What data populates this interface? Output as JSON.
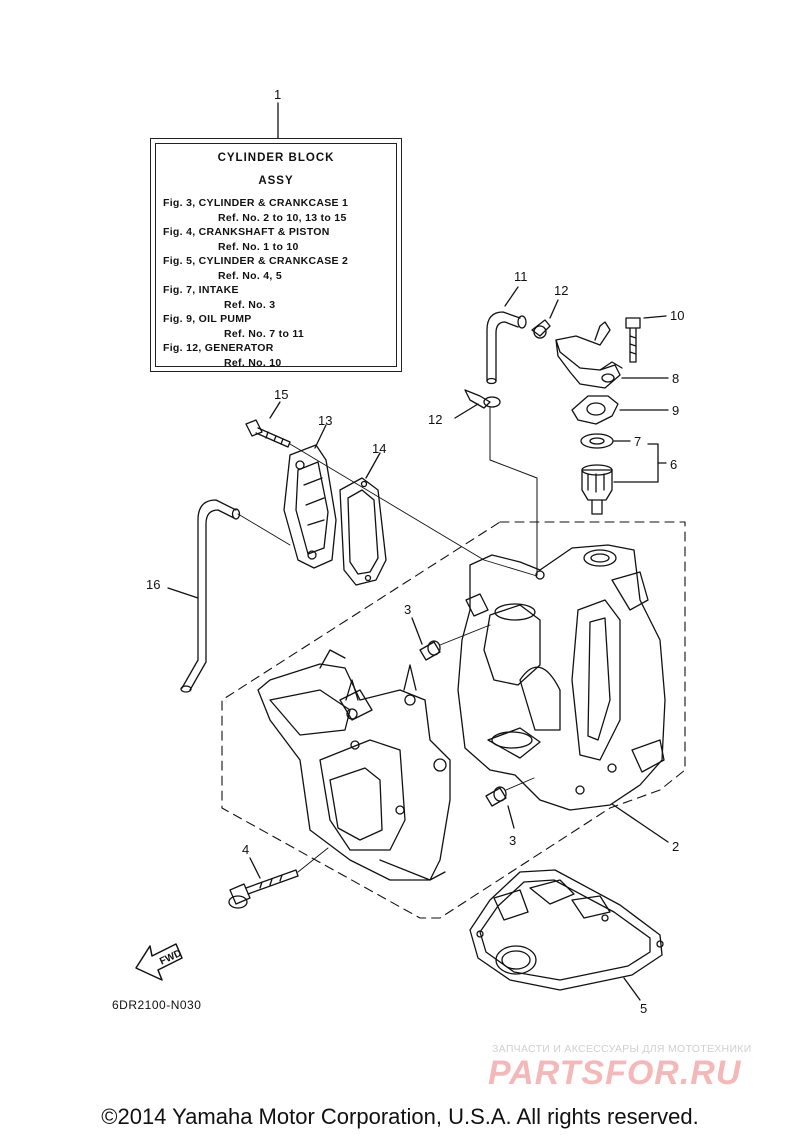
{
  "assy": {
    "ref": "1",
    "title_1": "CYLINDER BLOCK",
    "title_2": "ASSY",
    "lines": [
      "Fig. 3, CYLINDER & CRANKCASE 1",
      "Ref. No. 2 to 10, 13 to 15",
      "Fig. 4, CRANKSHAFT & PISTON",
      "Ref. No. 1 to 10",
      "Fig. 5, CYLINDER & CRANKCASE 2",
      "Ref. No. 4, 5",
      "Fig. 7, INTAKE",
      "Ref. No. 3",
      "Fig. 9, OIL PUMP",
      "Ref. No. 7 to 11",
      "Fig. 12, GENERATOR",
      "Ref. No. 10"
    ]
  },
  "callouts": {
    "c2": "2",
    "c3a": "3",
    "c3b": "3",
    "c4": "4",
    "c5": "5",
    "c6": "6",
    "c7": "7",
    "c8": "8",
    "c9": "9",
    "c10": "10",
    "c11": "11",
    "c12a": "12",
    "c12b": "12",
    "c13": "13",
    "c14": "14",
    "c15": "15",
    "c16": "16"
  },
  "fwd_label": "FWD",
  "diagram_code": "6DR2100-N030",
  "watermark": {
    "top_text": "ЗАПЧАСТИ И АКСЕССУАРЫ ДЛЯ МОТОТЕХНИКИ",
    "logo_text": "PARTSFOR.RU"
  },
  "copyright": "©2014 Yamaha Motor Corporation, U.S.A. All rights reserved.",
  "colors": {
    "ink": "#111111",
    "watermark_red": "#f4b8b8",
    "watermark_gray": "#cfcfcf"
  }
}
